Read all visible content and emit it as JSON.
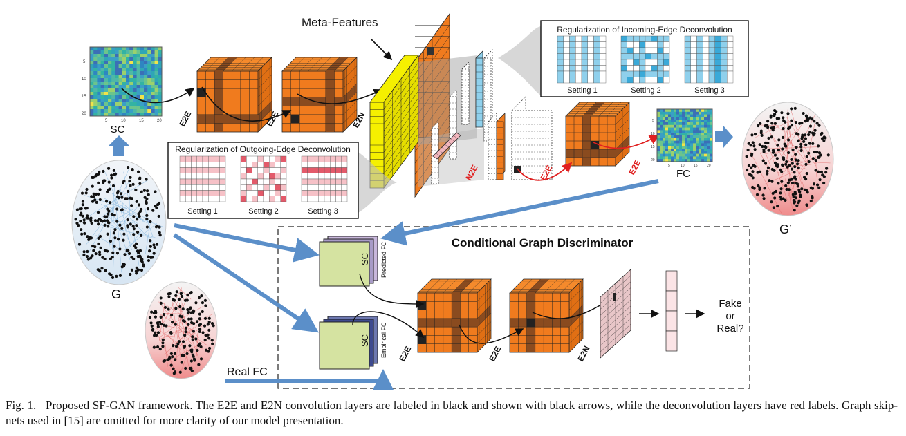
{
  "figure": {
    "meta_features_label": "Meta-Features",
    "sc_label": "SC",
    "fc_label": "FC",
    "g_label": "G",
    "g_prime_label": "G’",
    "real_fc_label": "Real FC",
    "layers": {
      "e2e_1": "E2E",
      "e2e_2": "E2E",
      "e2n": "E2N",
      "n2e": "N2E",
      "e2e_red_1": "E2E",
      "e2e_red_2": "E2E",
      "disc_e2e_1": "E2E",
      "disc_e2e_2": "E2E",
      "disc_e2n": "E2N"
    },
    "incoming_box": {
      "title": "Regularization of Incoming-Edge Deconvolution",
      "settings": [
        "Setting 1",
        "Setting 2",
        "Setting 3"
      ]
    },
    "outgoing_box": {
      "title": "Regularization of Outgoing-Edge Deconvolution",
      "settings": [
        "Setting 1",
        "Setting 2",
        "Setting 3"
      ]
    },
    "discriminator": {
      "title": "Conditional Graph Discriminator",
      "predicted_fc": "Predicted FC",
      "empirical_fc": "Empirical FC",
      "sc": "SC",
      "output_line1": "Fake",
      "output_line2": "or",
      "output_line3": "Real?"
    },
    "axis_ticks": {
      "sc_y": [
        "5",
        "10",
        "15",
        "20"
      ],
      "sc_x": [
        "5",
        "10",
        "15",
        "20"
      ],
      "fc_y": [
        "5",
        "10",
        "15",
        "20"
      ],
      "fc_x": [
        "5",
        "10",
        "15",
        "20"
      ]
    },
    "colors": {
      "orange": "#f07b1e",
      "dark_band": "#8a4b1f",
      "yellow": "#f5f000",
      "blue_arrow": "#5b8fc9",
      "red_label": "#e02020",
      "light_blue": "#8fd0ec",
      "pink": "#f2b6bd",
      "green_card": "#d5e3a1"
    }
  },
  "caption": {
    "prefix": "Fig. 1.",
    "text": "Proposed SF-GAN framework. The E2E and E2N convolution layers are labeled in black and shown with black arrows, while the deconvolution layers have red labels. Graph skip-nets used in [15] are omitted for more clarity of our model presentation."
  }
}
